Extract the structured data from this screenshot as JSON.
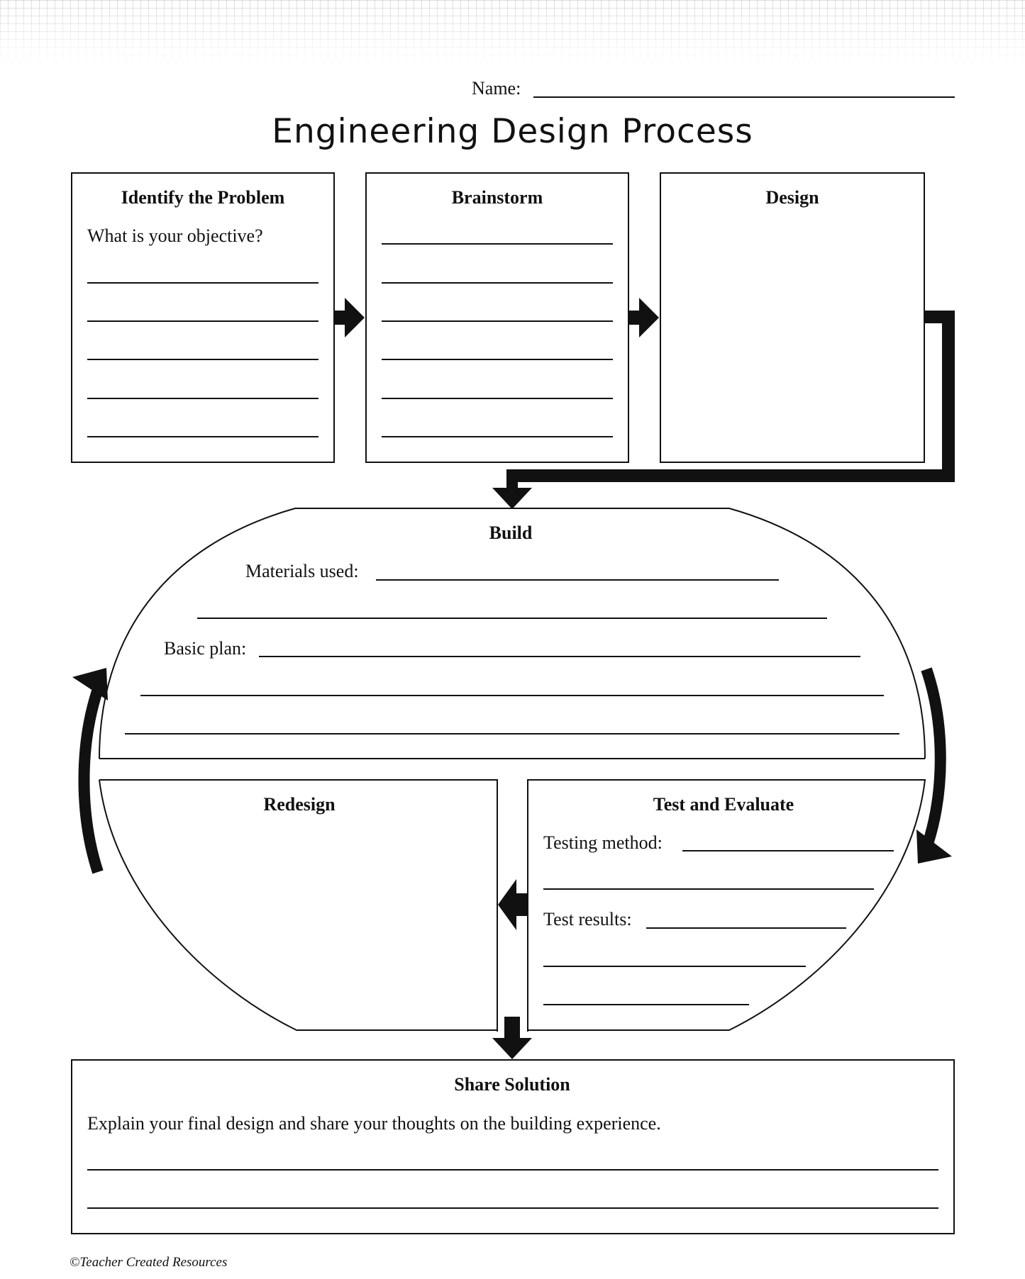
{
  "header": {
    "name_label": "Name:",
    "title": "Engineering Design Process"
  },
  "identify": {
    "heading": "Identify the Problem",
    "prompt": "What is your objective?"
  },
  "brainstorm": {
    "heading": "Brainstorm"
  },
  "design": {
    "heading": "Design"
  },
  "build": {
    "heading": "Build",
    "materials_label": "Materials used:",
    "plan_label": "Basic plan:"
  },
  "redesign": {
    "heading": "Redesign"
  },
  "test": {
    "heading": "Test and Evaluate",
    "method_label": "Testing method:",
    "results_label": "Test results:"
  },
  "share": {
    "heading": "Share Solution",
    "prompt": "Explain your final design and share your thoughts on the building experience."
  },
  "footer": {
    "copyright": "©Teacher Created Resources"
  }
}
